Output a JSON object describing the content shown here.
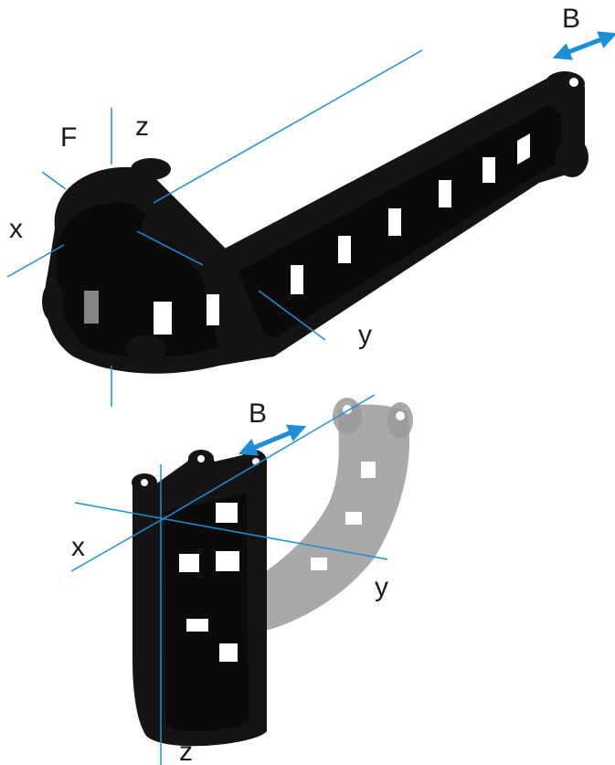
{
  "labels": {
    "top": {
      "B": "B",
      "F": "F",
      "z": "z",
      "x": "x",
      "y": "y"
    },
    "bottom": {
      "B": "B",
      "x": "x",
      "y": "y",
      "z": "z"
    }
  },
  "colors": {
    "axis": "#1e8fd6",
    "arrow": "#1e8fd6",
    "chain": "#141414",
    "ghost_chain": "#9a9a9a"
  },
  "icons": {
    "top_arrow": "double-headed-arrow-icon",
    "bottom_arrow": "double-headed-arrow-icon"
  }
}
